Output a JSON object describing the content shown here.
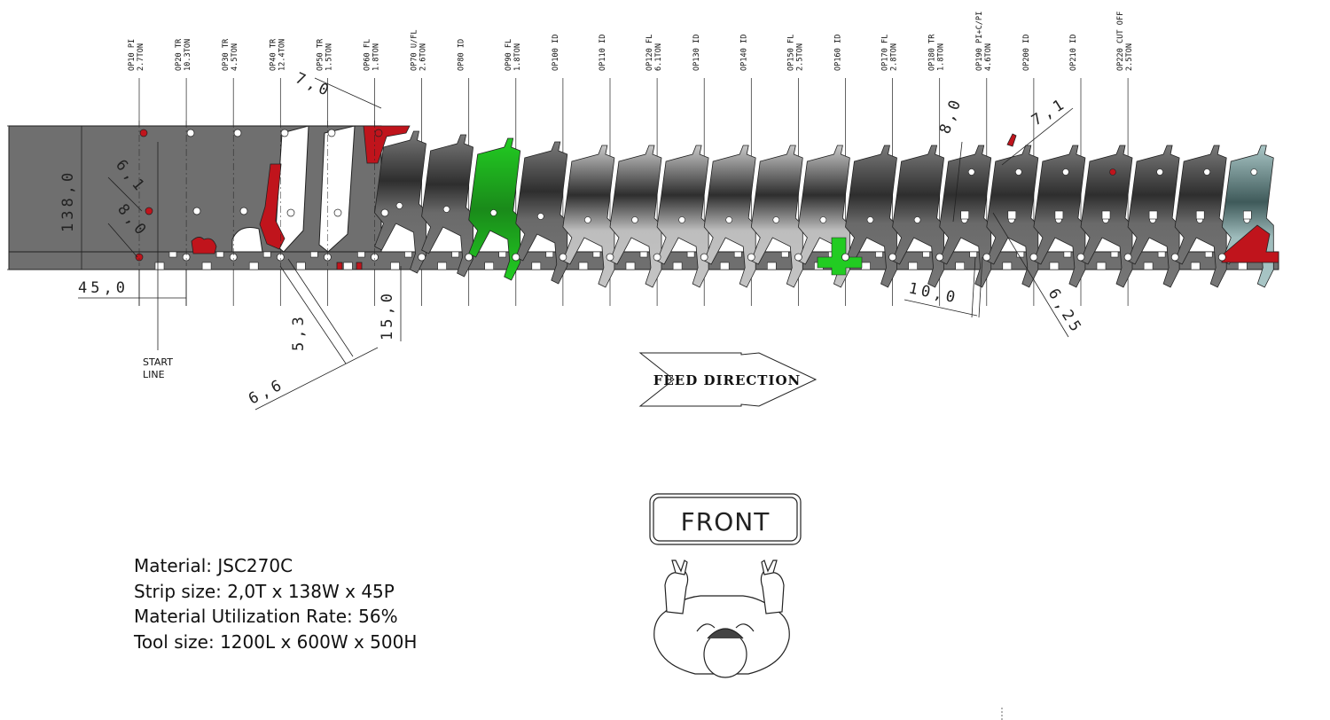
{
  "drawing": {
    "strip_width_label": "138,0",
    "pitch_label": "45,0",
    "start_line": [
      "START",
      "LINE"
    ],
    "feed_direction": "FEED DIRECTION",
    "front_label": "FRONT"
  },
  "dimensions": [
    {
      "id": "d61",
      "text": "6,1"
    },
    {
      "id": "d80a",
      "text": "8,0"
    },
    {
      "id": "d70",
      "text": "7,0"
    },
    {
      "id": "d53",
      "text": "5,3"
    },
    {
      "id": "d150",
      "text": "15,0"
    },
    {
      "id": "d66",
      "text": "6,6"
    },
    {
      "id": "d80b",
      "text": "8,0"
    },
    {
      "id": "d71",
      "text": "7,1"
    },
    {
      "id": "d100",
      "text": "10,0"
    },
    {
      "id": "d625",
      "text": "6,25"
    }
  ],
  "stations": [
    {
      "op": "OP10 PI",
      "ton": "2.7TON"
    },
    {
      "op": "OP20 TR",
      "ton": "10.3TON"
    },
    {
      "op": "OP30 TR",
      "ton": "4.5TON"
    },
    {
      "op": "OP40 TR",
      "ton": "12.4TON"
    },
    {
      "op": "OP50 TR",
      "ton": "1.5TON"
    },
    {
      "op": "OP60 FL",
      "ton": "1.8TON"
    },
    {
      "op": "OP70 U/FL",
      "ton": "2.6TON"
    },
    {
      "op": "OP80 ID",
      "ton": ""
    },
    {
      "op": "OP90 FL",
      "ton": "1.8TON"
    },
    {
      "op": "OP100 ID",
      "ton": ""
    },
    {
      "op": "OP110 ID",
      "ton": ""
    },
    {
      "op": "OP120 FL",
      "ton": "6.1TON"
    },
    {
      "op": "OP130 ID",
      "ton": ""
    },
    {
      "op": "OP140 ID",
      "ton": ""
    },
    {
      "op": "OP150 FL",
      "ton": "2.5TON"
    },
    {
      "op": "OP160 ID",
      "ton": ""
    },
    {
      "op": "OP170 FL",
      "ton": "2.8TON"
    },
    {
      "op": "OP180 TR",
      "ton": "1.8TON"
    },
    {
      "op": "OP190 PI+C/PI",
      "ton": "4.6TON"
    },
    {
      "op": "OP200 ID",
      "ton": ""
    },
    {
      "op": "OP210 ID",
      "ton": ""
    },
    {
      "op": "OP220 CUT OFF",
      "ton": "2.5TON"
    }
  ],
  "specs": {
    "material": "Material: JSC270C",
    "strip_size": "Strip size: 2,0T x 138W x 45P",
    "utilization": "Material Utilization Rate: 56%",
    "tool_size": "Tool size: 1200L x 600W x 500H"
  },
  "colors": {
    "strip": "#6f6f6f",
    "strip_dark": "#3a3a3a",
    "part_light": "#b9b9b9",
    "cut_red": "#c0141c",
    "form_green": "#22cc22",
    "final_teal": "#9fbcbc",
    "line": "#222222"
  }
}
